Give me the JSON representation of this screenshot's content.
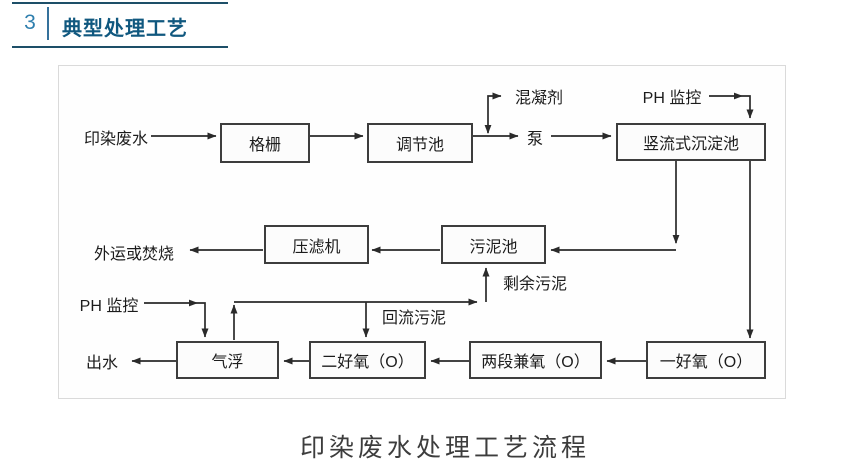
{
  "header": {
    "number": "3",
    "title": "典型处理工艺"
  },
  "caption": "印染废水处理工艺流程",
  "colors": {
    "header_accent": "#1d4f68",
    "header_number": "#2f7fae",
    "header_title": "#10587f",
    "diagram_line": "#2a2a2a",
    "frame_border": "#dadada"
  },
  "diagram": {
    "boxes": [
      {
        "id": "bar-screen",
        "label": "格栅"
      },
      {
        "id": "regulating-tank",
        "label": "调节池"
      },
      {
        "id": "vfs-tank",
        "label": "竖流式沉淀池"
      },
      {
        "id": "filter-press",
        "label": "压滤机"
      },
      {
        "id": "sludge-tank",
        "label": "污泥池"
      },
      {
        "id": "air-flotation",
        "label": "气浮"
      },
      {
        "id": "second-aerobic",
        "label": "二好氧（O）"
      },
      {
        "id": "two-stage-facultative",
        "label": "两段兼氧（O）"
      },
      {
        "id": "first-aerobic",
        "label": "一好氧（O）"
      }
    ],
    "labels": [
      {
        "id": "influent",
        "text": "印染废水"
      },
      {
        "id": "coagulant",
        "text": "混凝剂"
      },
      {
        "id": "pump",
        "text": "泵"
      },
      {
        "id": "ph-monitor-top",
        "text": "PH 监控"
      },
      {
        "id": "transport-or-incineration",
        "text": "外运或焚烧"
      },
      {
        "id": "excess-sludge",
        "text": "剩余污泥"
      },
      {
        "id": "ph-monitor-bottom",
        "text": "PH 监控"
      },
      {
        "id": "return-sludge",
        "text": "回流污泥"
      },
      {
        "id": "effluent",
        "text": "出水"
      }
    ]
  }
}
